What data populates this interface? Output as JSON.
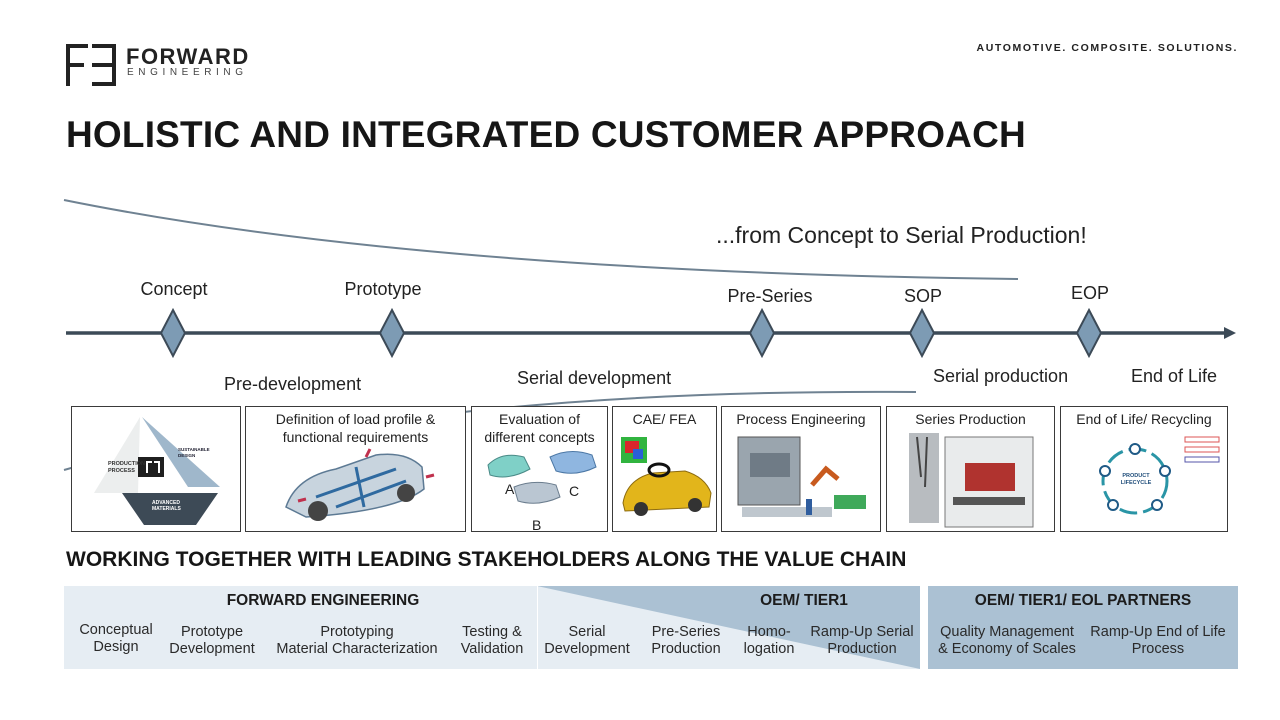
{
  "header": {
    "logo_word_main": "FORWARD",
    "logo_word_sub": "ENGINEERING",
    "tagline": "AUTOMOTIVE. COMPOSITE. SOLUTIONS."
  },
  "title": "HOLISTIC AND INTEGRATED CUSTOMER APPROACH",
  "subtitle": "...from Concept to Serial Production!",
  "stages": [
    {
      "label": "Concept"
    },
    {
      "label": "Prototype"
    },
    {
      "label": "Pre-Series"
    },
    {
      "label": "SOP"
    },
    {
      "label": "EOP"
    }
  ],
  "phases": {
    "pre_development": "Pre-development",
    "serial_development": "Serial development",
    "serial_production": "Serial production",
    "end_of_life": "End of Life"
  },
  "cards": {
    "triangle": {
      "production_process": "PRODUCTION PROCESS",
      "sustainable_design": "SUSTAINABLE DESIGN",
      "advanced_materials": "ADVANCED MATERIALS"
    },
    "load_profile": {
      "title": "Definition of load profile & functional requirements"
    },
    "concepts": {
      "title": "Evaluation of different concepts",
      "labels": [
        "A",
        "C",
        "B"
      ]
    },
    "cae": {
      "title": "CAE/ FEA"
    },
    "process": {
      "title": "Process Engineering"
    },
    "series": {
      "title": "Series Production"
    },
    "eol": {
      "title": "End of Life/ Recycling",
      "center_label": "PRODUCT LIFECYCLE"
    }
  },
  "value_chain": {
    "heading": "WORKING TOGETHER WITH LEADING STAKEHOLDERS ALONG THE VALUE CHAIN",
    "groups": {
      "forward": "FORWARD ENGINEERING",
      "oem": "OEM/ TIER1",
      "partners": "OEM/ TIER1/ EOL PARTNERS"
    },
    "steps": [
      {
        "line1": "Conceptual",
        "line2": "Design"
      },
      {
        "line1": "Prototype",
        "line2": "Development"
      },
      {
        "line1": "Prototyping",
        "line2": "Material Characterization"
      },
      {
        "line1": "Testing &",
        "line2": "Validation"
      },
      {
        "line1": "Serial",
        "line2": "Development"
      },
      {
        "line1": "Pre-Series",
        "line2": "Production"
      },
      {
        "line1": "Homo-",
        "line2": "logation"
      },
      {
        "line1": "Ramp-Up Serial",
        "line2": "Production"
      },
      {
        "line1": "Quality Management",
        "line2": "& Economy of Scales"
      },
      {
        "line1": "Ramp-Up End of Life",
        "line2": "Process"
      }
    ]
  },
  "colors": {
    "timeline": "#3c4a57",
    "diamond": "#7d9bb4",
    "band_light": "#e6edf3",
    "band_dark": "#abc1d3"
  }
}
